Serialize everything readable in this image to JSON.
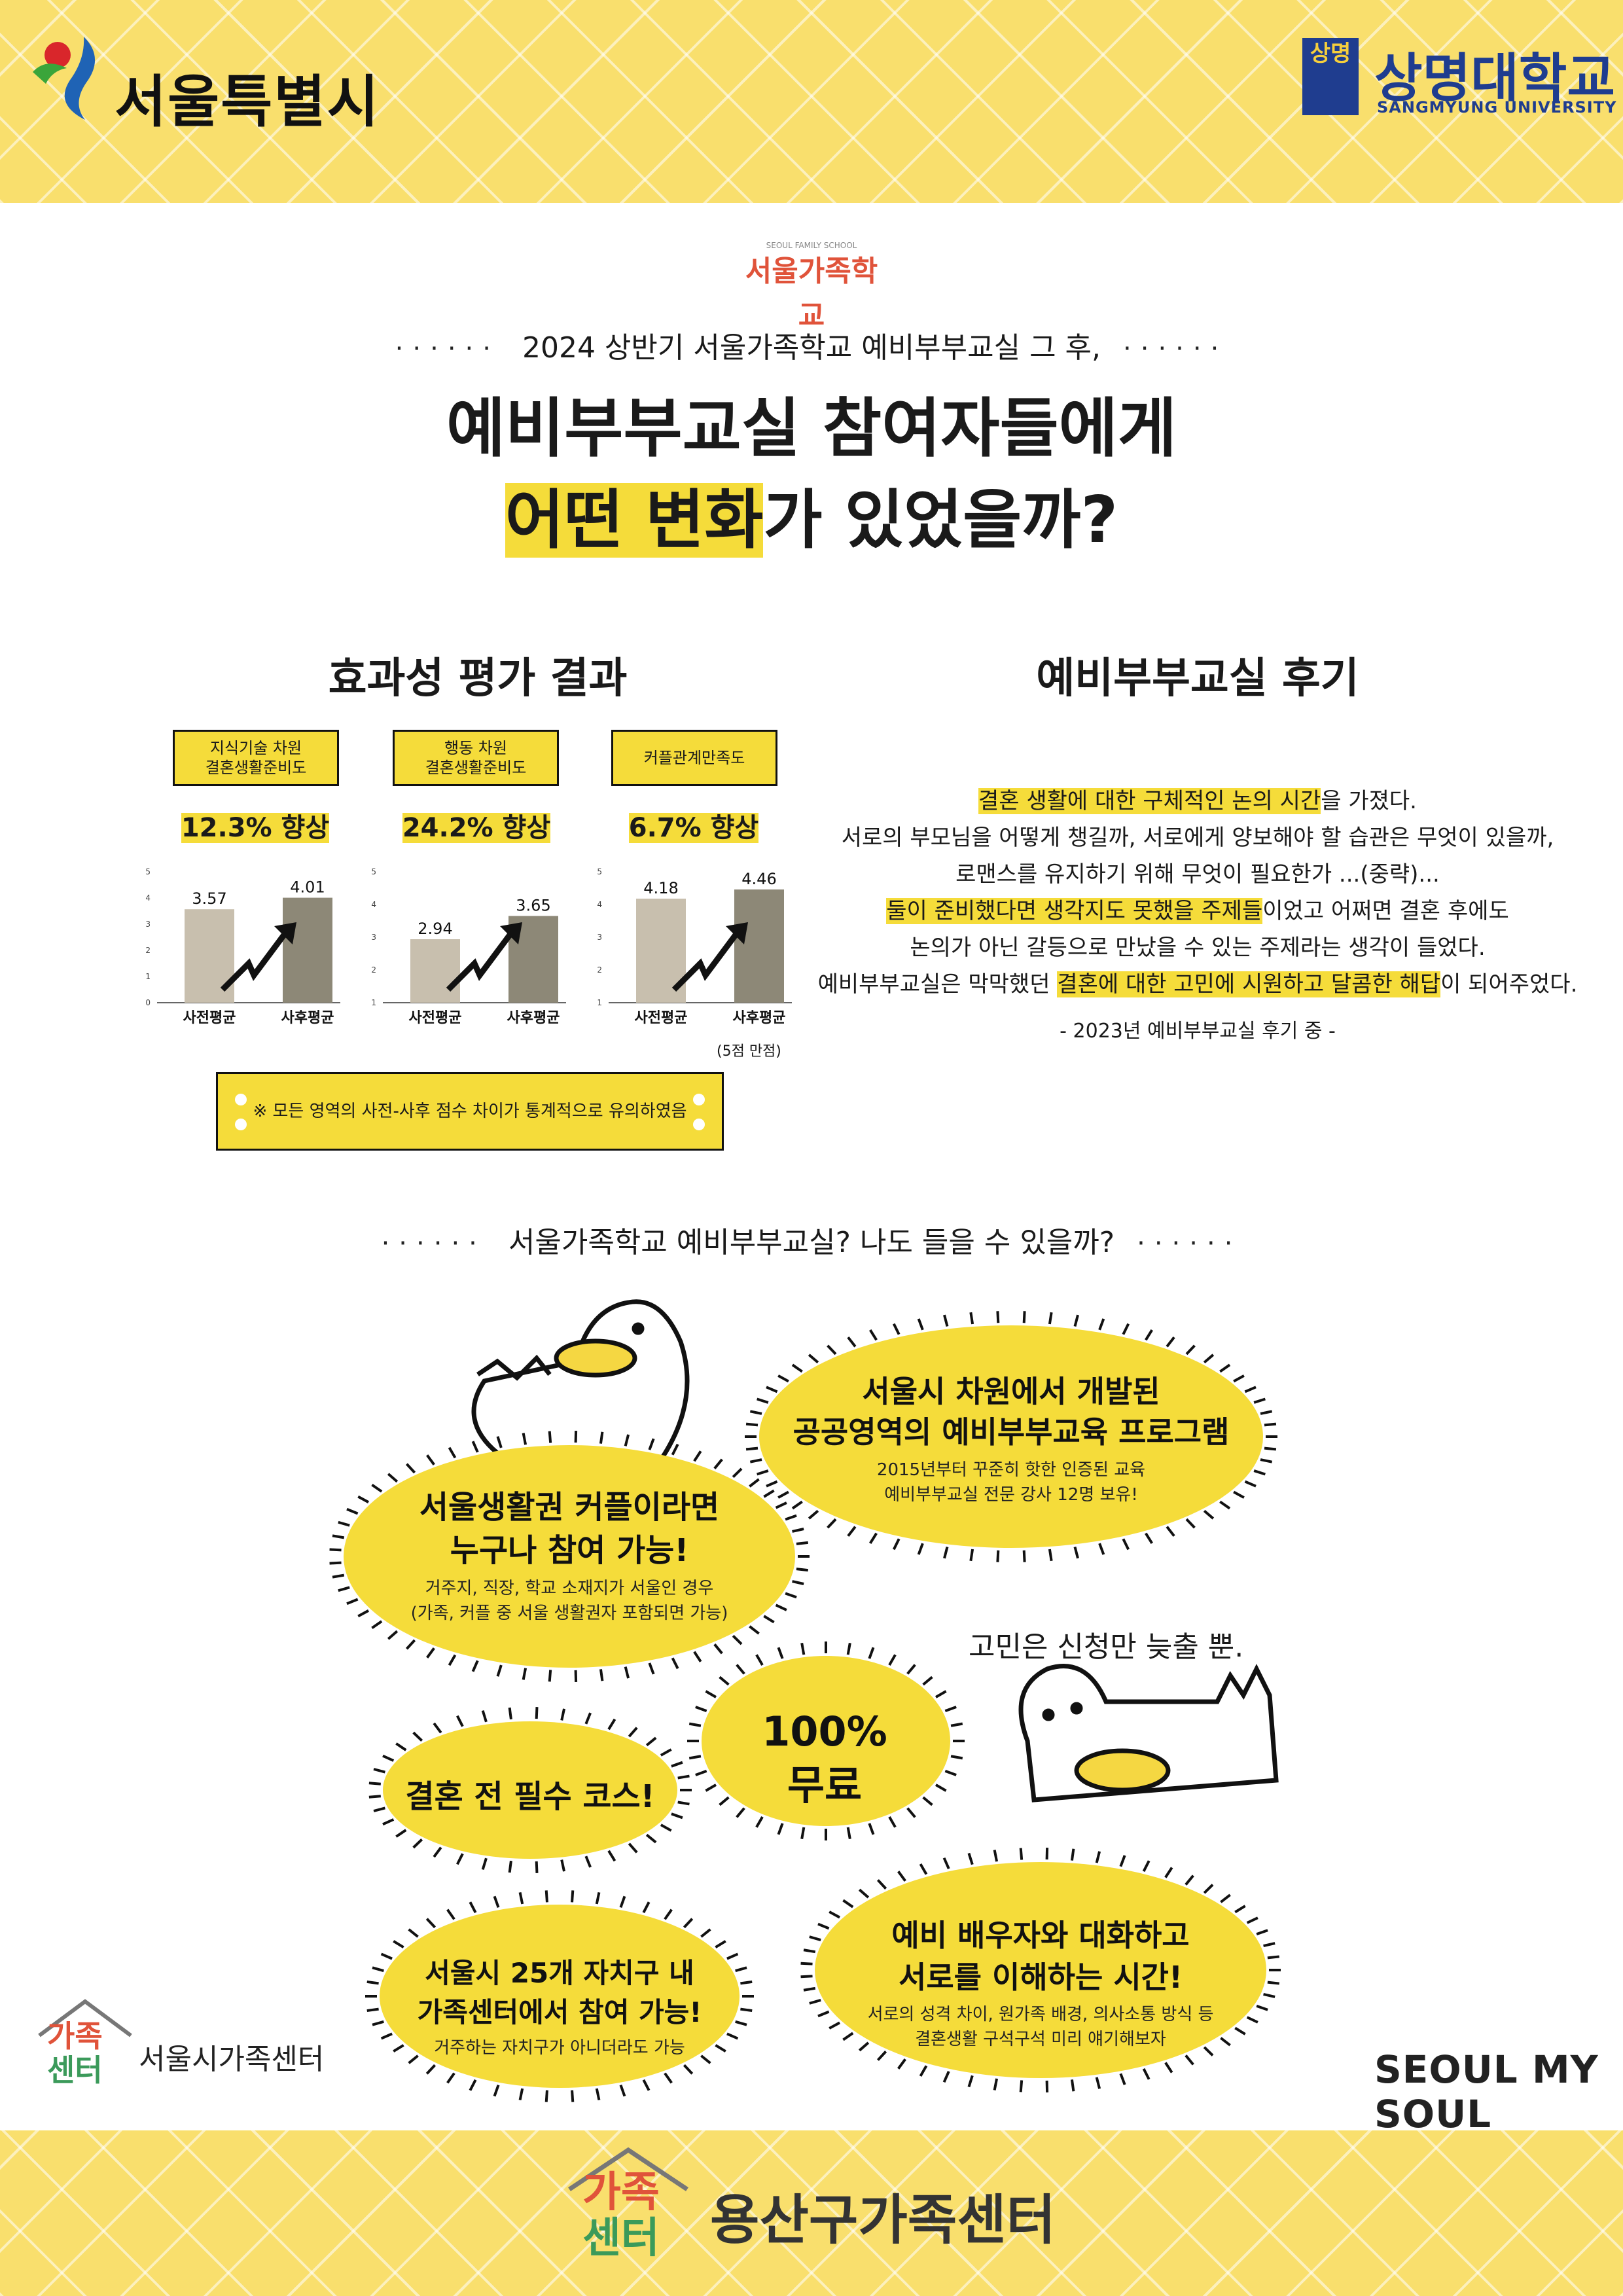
{
  "header": {
    "seoul_logo": "서울특별시",
    "univ_logo_mark": "상명",
    "univ_name": "상명대학교",
    "univ_name_en": "SANGMYUNG UNIVERSITY"
  },
  "school_logo": {
    "name": "서울가족학교",
    "sub": "SEOUL FAMILY SCHOOL"
  },
  "intro": {
    "subtitle": "2024 상반기 서울가족학교 예비부부교실 그 후,",
    "headline_line1": "예비부부교실 참여자들에게",
    "headline_line2_highlight": "어떤 변화",
    "headline_line2_rest": "가 있었을까?"
  },
  "effectiveness": {
    "title": "효과성 평가 결과",
    "note": "(5점 만점)",
    "notice": "※ 모든 영역의 사전-사후 점수 차이가 통계적으로 유의하였음"
  },
  "chart_data": [
    {
      "type": "bar",
      "label_line1": "지식기술 차원",
      "label_line2": "결혼생활준비도",
      "improvement": "12.3% 향상",
      "categories": [
        "사전평균",
        "사후평균"
      ],
      "values": [
        3.57,
        4.01
      ],
      "value_labels": [
        "3.57",
        "4.01"
      ],
      "ylim": [
        0,
        5
      ],
      "yticks": [
        "0",
        "1",
        "2",
        "3",
        "4",
        "5"
      ]
    },
    {
      "type": "bar",
      "label_line1": "행동 차원",
      "label_line2": "결혼생활준비도",
      "improvement": "24.2% 향상",
      "categories": [
        "사전평균",
        "사후평균"
      ],
      "values": [
        2.94,
        3.65
      ],
      "value_labels": [
        "2.94",
        "3.65"
      ],
      "ylim": [
        1,
        5
      ],
      "yticks": [
        "1",
        "2",
        "3",
        "4",
        "5"
      ]
    },
    {
      "type": "bar",
      "label_line1": "커플관계만족도",
      "label_line2": "",
      "improvement": "6.7% 향상",
      "categories": [
        "사전평균",
        "사후평균"
      ],
      "values": [
        4.18,
        4.46
      ],
      "value_labels": [
        "4.18",
        "4.46"
      ],
      "ylim": [
        1,
        5
      ],
      "yticks": [
        "1",
        "2",
        "3",
        "4",
        "5"
      ]
    }
  ],
  "review": {
    "title": "예비부부교실 후기",
    "l1_hl": "결혼 생활에 대한 구체적인 논의 시간",
    "l1_rest": "을 가졌다.",
    "l2": "서로의 부모님을 어떻게 챙길까, 서로에게 양보해야 할 습관은 무엇이 있을까,",
    "l3": "로맨스를 유지하기 위해 무엇이 필요한가 ...(중략)...",
    "l4_hl": "둘이 준비했다면 생각지도 못했을 주제들",
    "l4_rest": "이었고 어쩌면 결혼 후에도",
    "l5": "논의가 아닌 갈등으로 만났을 수 있는 주제라는 생각이 들었다.",
    "l6_pre": "예비부부교실은 막막했던 ",
    "l6_hl": "결혼에 대한 고민에 시원하고 달콤한 해답",
    "l6_post": "이 되어주었다.",
    "source": "- 2023년 예비부부교실 후기 중 -"
  },
  "question": "서울가족학교 예비부부교실? 나도 들을 수 있을까?",
  "bubbles": {
    "b1_title1": "서울시 차원에서 개발된",
    "b1_title2": "공공영역의 예비부부교육 프로그램",
    "b1_sub1": "2015년부터 꾸준히 핫한 인증된 교육",
    "b1_sub2": "예비부부교실 전문 강사 12명 보유!",
    "b2_title1": "서울생활권 커플이라면",
    "b2_title2": "누구나 참여 가능!",
    "b2_sub1": "거주지, 직장, 학교 소재지가 서울인 경우",
    "b2_sub2": "(가족, 커플 중 서울 생활권자 포함되면 가능)",
    "tagline": "고민은 신청만 늦출 뿐.",
    "b3_title": "결혼 전 필수 코스!",
    "b4_title1": "100%",
    "b4_title2": "무료",
    "b5_title1": "서울시 25개 자치구 내",
    "b5_title2": "가족센터에서 참여 가능!",
    "b5_sub": "거주하는 자치구가 아니더라도 가능",
    "b6_title1": "예비 배우자와 대화하고",
    "b6_title2": "서로를 이해하는 시간!",
    "b6_sub1": "서로의 성격 차이, 원가족 배경, 의사소통 방식 등",
    "b6_sub2": "결혼생활 구석구석 미리 얘기해보자"
  },
  "family_center_mark": {
    "line1": "가족",
    "line2": "센터"
  },
  "footer": {
    "seoul_center": "서울시가족센터",
    "seoul_my_soul": "SEOUL MY SOUL",
    "main_center": "용산구가족센터"
  },
  "colors": {
    "yellow": "#f5dc3a",
    "band": "#f9df6d",
    "bar_pre": "#c8bfae",
    "bar_post": "#8d8877",
    "navy": "#1f3d8f"
  }
}
